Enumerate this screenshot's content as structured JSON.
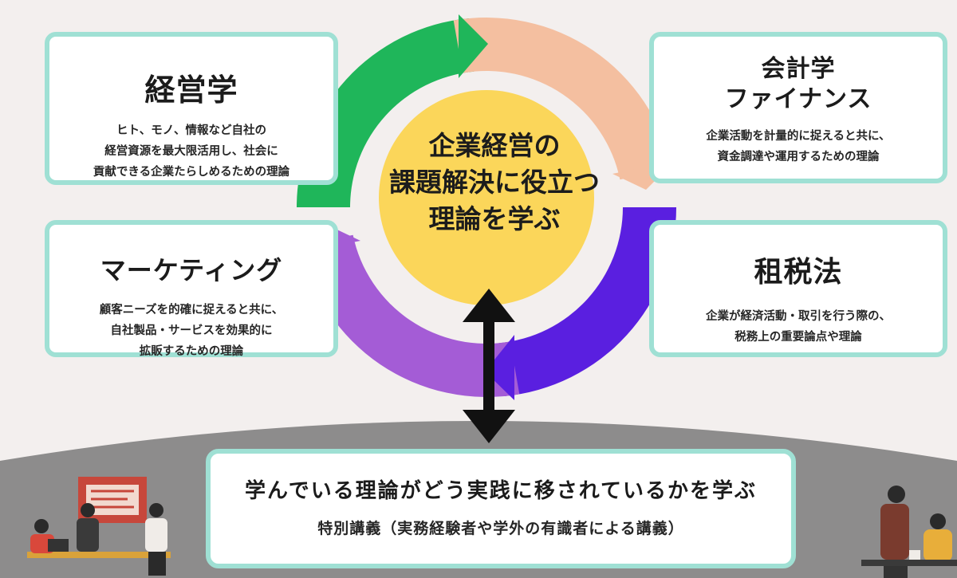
{
  "center": {
    "lines": [
      "企業経営の",
      "課題解決に役立つ",
      "理論を学ぶ"
    ]
  },
  "cards": {
    "management": {
      "title": "経営学",
      "lines": [
        "ヒト、モノ、情報など自社の",
        "経営資源を最大限活用し、社会に",
        "貢献できる企業たらしめるための理論"
      ]
    },
    "accounting": {
      "title_lines": [
        "会計学",
        "ファイナンス"
      ],
      "lines": [
        "企業活動を計量的に捉えると共に、",
        "資金調達や運用するための理論"
      ]
    },
    "marketing": {
      "title": "マーケティング",
      "lines": [
        "顧客ニーズを的確に捉えると共に、",
        "自社製品・サービスを効果的に",
        "拡販するための理論"
      ]
    },
    "tax": {
      "title": "租税法",
      "lines": [
        "企業が経済活動・取引を行う際の、",
        "税務上の重要論点や理論"
      ]
    }
  },
  "bottom": {
    "title": "学んでいる理論がどう実践に移されているかを学ぶ",
    "subtitle": "特別講義（実務経験者や学外の有識者による講義）"
  },
  "colors": {
    "ring_green": "#1fb65a",
    "ring_peach": "#f4bfa0",
    "ring_violet": "#5a1fe0",
    "ring_purple": "#a45cd6",
    "center_fill": "#fbd65a",
    "card_border": "#9fe0d4",
    "ground": "#8d8c8c"
  },
  "icons": [
    "double-arrow-icon",
    "people-illustration-left",
    "people-illustration-right"
  ]
}
